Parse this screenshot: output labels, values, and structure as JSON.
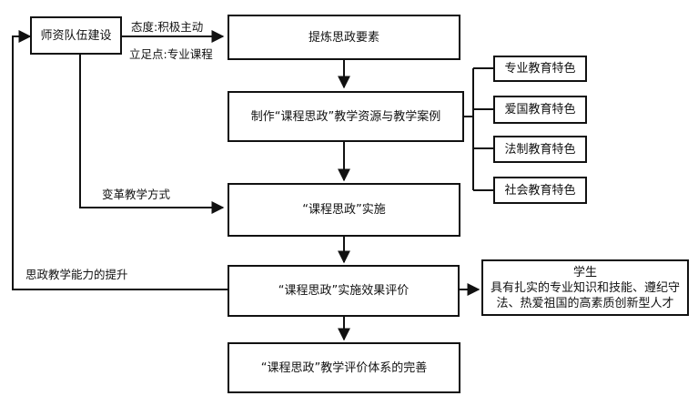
{
  "nodes": {
    "teacher_team": "师资队伍建设",
    "refine_elements": "提炼思政要素",
    "make_resources": "制作“课程思政”教学资源与教学案例",
    "implement": "“课程思政”实施",
    "evaluate": "“课程思政”实施效果评价",
    "improve_system": "“课程思政”教学评价体系的完善",
    "feature_professional": "专业教育特色",
    "feature_patriotic": "爱国教育特色",
    "feature_legal": "法制教育特色",
    "feature_social": "社会教育特色",
    "student_title": "学生",
    "student_desc": "具有扎实的专业知识和技能、遵纪守法、热爱祖国的高素质创新型人才"
  },
  "edge_labels": {
    "attitude": "态度:积极主动",
    "foothold": "立足点:专业课程",
    "change_methods": "变革教学方式",
    "ability_improve": "思政教学能力的提升"
  }
}
